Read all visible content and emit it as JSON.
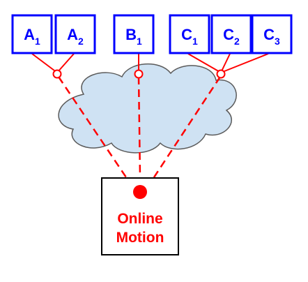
{
  "nodes": [
    {
      "letter": "A",
      "sub": "1"
    },
    {
      "letter": "A",
      "sub": "2"
    },
    {
      "letter": "B",
      "sub": "1"
    },
    {
      "letter": "C",
      "sub": "1"
    },
    {
      "letter": "C",
      "sub": "2"
    },
    {
      "letter": "C",
      "sub": "3"
    }
  ],
  "device": {
    "line1": "Online",
    "line2": "Motion"
  },
  "colors": {
    "node": "#0000ff",
    "link": "#ff0000",
    "cloud": "#cfe2f3",
    "device_border": "#000000"
  }
}
